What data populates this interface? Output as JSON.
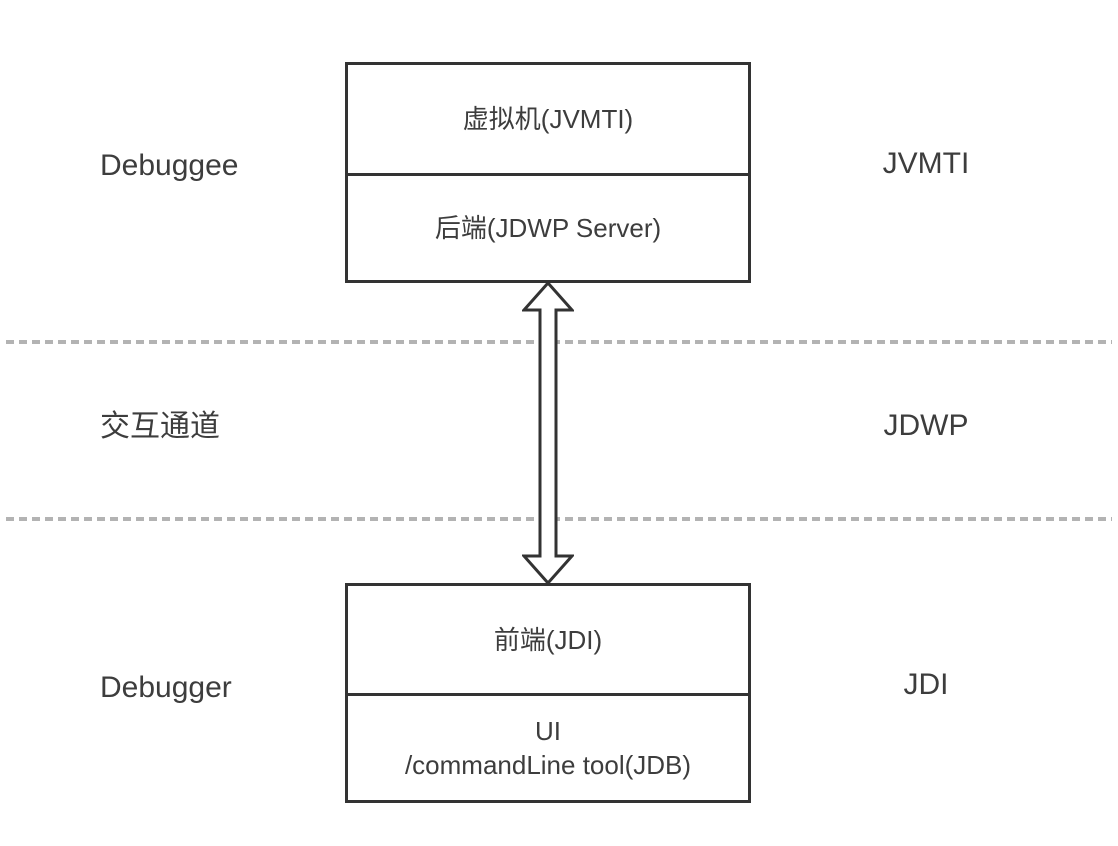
{
  "diagram": {
    "top_row": {
      "left_label": "Debuggee",
      "right_label": "JVMTI",
      "box": {
        "cell1": "虚拟机(JVMTI)",
        "cell2": "后端(JDWP Server)"
      }
    },
    "middle_row": {
      "left_label": "交互通道",
      "right_label": "JDWP"
    },
    "bottom_row": {
      "left_label": "Debugger",
      "right_label": "JDI",
      "box": {
        "cell1": "前端(JDI)",
        "cell2_line1": "UI",
        "cell2_line2": "/commandLine tool(JDB)"
      }
    },
    "colors": {
      "border": "#333333",
      "text": "#3d3d3d",
      "dash": "#b3b3b3",
      "background": "#ffffff"
    }
  }
}
